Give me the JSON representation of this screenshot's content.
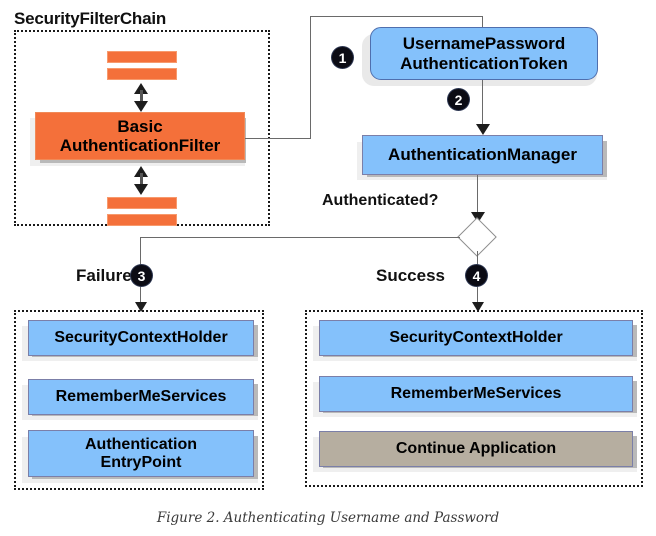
{
  "figure": {
    "caption": "Figure 2. Authenticating Username and Password"
  },
  "groups": {
    "filter_chain": {
      "title": "SecurityFilterChain",
      "filter": "Basic\nAuthenticationFilter",
      "bars_above": [
        "filter-bar",
        "filter-bar"
      ],
      "bars_below": [
        "filter-bar",
        "filter-bar"
      ]
    },
    "failure_group": {
      "items": [
        {
          "label": "SecurityContextHolder",
          "style": "blue"
        },
        {
          "label": "RememberMeServices",
          "style": "blue"
        },
        {
          "label": "Authentication\nEntryPoint",
          "style": "blue"
        }
      ]
    },
    "success_group": {
      "items": [
        {
          "label": "SecurityContextHolder",
          "style": "blue"
        },
        {
          "label": "RememberMeServices",
          "style": "blue"
        },
        {
          "label": "Continue Application",
          "style": "tan"
        }
      ]
    }
  },
  "nodes": {
    "token": "UsernamePassword\nAuthenticationToken",
    "manager": "AuthenticationManager"
  },
  "labels": {
    "authenticated": "Authenticated?",
    "failure": "Failure",
    "success": "Success"
  },
  "badges": {
    "one": "1",
    "two": "2",
    "three": "3",
    "four": "4"
  },
  "colors": {
    "blue_fill": "#84c1fb",
    "blue_border": "#7b7fa8",
    "orange_fill": "#f4703a",
    "tan_fill": "#b6aea0",
    "shadow": "#b9b9b9",
    "line": "#565656"
  }
}
